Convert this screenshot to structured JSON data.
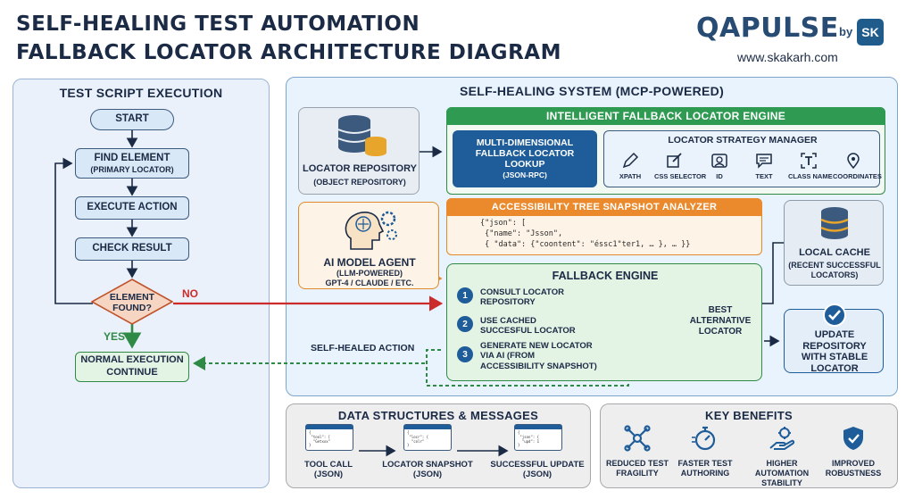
{
  "header": {
    "title_line1": "SELF-HEALING TEST AUTOMATION",
    "title_line2": "FALLBACK LOCATOR ARCHITECTURE DIAGRAM",
    "brand": "QAPULSE",
    "brand_by": "by",
    "brand_badge": "SK",
    "url": "www.skakarh.com"
  },
  "test_script": {
    "heading": "TEST SCRIPT EXECUTION",
    "start": "START",
    "find_title": "FIND ELEMENT",
    "find_sub": "(PRIMARY LOCATOR)",
    "execute": "EXECUTE ACTION",
    "check": "CHECK RESULT",
    "decision": "ELEMENT FOUND?",
    "no": "NO",
    "yes": "YES",
    "normal_line1": "NORMAL EXECUTION",
    "normal_line2": "CONTINUE"
  },
  "system": {
    "heading": "SELF-HEALING SYSTEM (MCP-POWERED)",
    "repo_title": "LOCATOR REPOSITORY",
    "repo_sub": "(OBJECT REPOSITORY)",
    "engine_head": "INTELLIGENT FALLBACK LOCATOR ENGINE",
    "md_line1": "MULTI-DIMENSIONAL",
    "md_line2": "FALLBACK LOCATOR",
    "md_line3": "LOOKUP",
    "md_sub": "(JSON-RPC)",
    "lsm_head": "LOCATOR STRATEGY MANAGER",
    "strategies": [
      "XPATH",
      "CSS SELECTOR",
      "ID",
      "TEXT",
      "CLASS NAME",
      "COORDINATES"
    ],
    "acc_head": "ACCESSIBILITY TREE SNAPSHOT ANALYZER",
    "acc_code_1": "{\"json\": [",
    "acc_code_2": " {\"name\": \"Jsson\",",
    "acc_code_3": " { \"data\": {\"coontent\": \"éssc1\"ter1, … }, … }}",
    "ai_title": "AI MODEL AGENT",
    "ai_sub": "(LLM-POWERED)",
    "ai_models": "GPT-4 / CLAUDE / ETC.",
    "fb_head": "FALLBACK ENGINE",
    "step1_l1": "CONSULT LOCATOR",
    "step1_l2": "REPOSITORY",
    "step2_l1": "USE CACHED",
    "step2_l2": "SUCCESFUL LOCATOR",
    "step3_l1": "GENERATE NEW LOCATOR",
    "step3_l2": "VIA AI (FROM",
    "step3_l3": "ACCESSIBILITY SNAPSHOT)",
    "best_l1": "BEST",
    "best_l2": "ALTERNATIVE",
    "best_l3": "LOCATOR",
    "healed": "SELF-HEALED ACTION",
    "cache_title": "LOCAL CACHE",
    "cache_sub1": "(RECENT SUCCESSFUL",
    "cache_sub2": "LOCATORS)",
    "upd_l1": "UPDATE",
    "upd_l2": "REPOSITORY",
    "upd_l3": "WITH STABLE",
    "upd_l4": "LOCATOR"
  },
  "data_structures": {
    "heading": "DATA STRUCTURES & MESSAGES",
    "items": [
      {
        "l1": "TOOL CALL",
        "l2": "(JSON)",
        "code": "{\n \"tool\": [\n  \"Getxxx\"\n}"
      },
      {
        "l1": "LOCATOR SNAPSHOT",
        "l2": "(JSON)",
        "code": "{\n \"locr\": {\n  \"colr\"\n}"
      },
      {
        "l1": "SUCCESSFUL UPDATE",
        "l2": "(JSON)",
        "code": "{\n \"json\": {\n  \"upd\": 1\n}"
      }
    ]
  },
  "benefits": {
    "heading": "KEY BENEFITS",
    "items": [
      {
        "l1": "REDUCED TEST",
        "l2": "FRAGILITY",
        "l3": ""
      },
      {
        "l1": "FASTER TEST",
        "l2": "AUTHORING",
        "l3": ""
      },
      {
        "l1": "HIGHER",
        "l2": "AUTOMATION",
        "l3": "STABILITY"
      },
      {
        "l1": "IMPROVED",
        "l2": "ROBUSTNESS",
        "l3": ""
      }
    ]
  },
  "colors": {
    "navy": "#1b2a45",
    "blue": "#1e5d99",
    "green": "#2f8a46",
    "orange": "#e08a2b",
    "red": "#cc2b2b"
  }
}
